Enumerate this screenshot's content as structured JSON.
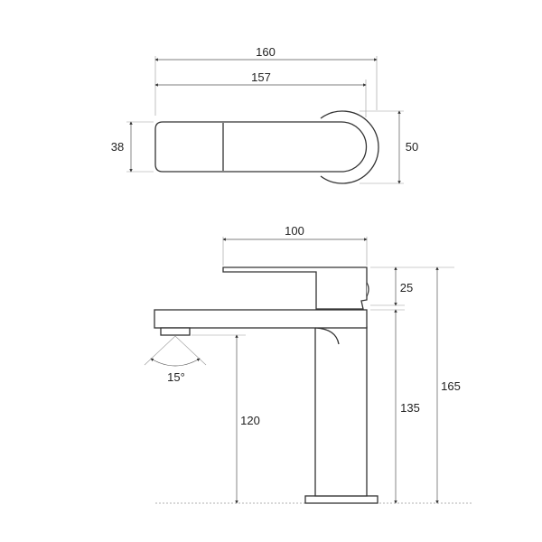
{
  "top_view": {
    "overall_length": "160",
    "handle_length": "157",
    "handle_width": "38",
    "base_diameter": "50"
  },
  "side_view": {
    "lever_length": "100",
    "lever_height": "25",
    "spout_height": "135",
    "total_height": "165",
    "outlet_clearance": "120",
    "spray_angle": "15°"
  },
  "colors": {
    "line": "#333333",
    "dimension": "#555555"
  }
}
